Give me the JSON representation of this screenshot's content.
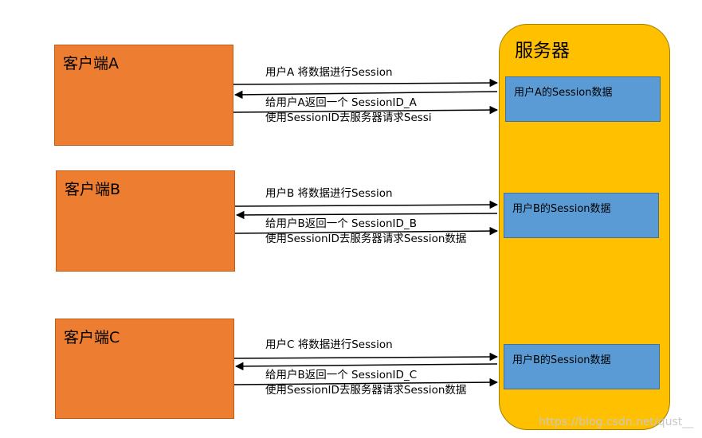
{
  "server": {
    "title": "服务器"
  },
  "clients": [
    {
      "name": "客户端A",
      "msg_send": "用户A  将数据进行Session",
      "msg_return": "给用户A返回一个 SessionID_A",
      "msg_request": "使用SessionID去服务器请求Sessi",
      "store_label": "用户A的Session数据"
    },
    {
      "name": "客户端B",
      "msg_send": "用户B  将数据进行Session",
      "msg_return": "给用户B返回一个 SessionID_B",
      "msg_request": "使用SessionID去服务器请求Session数据",
      "store_label": "用户B的Session数据"
    },
    {
      "name": "客户端C",
      "msg_send": "用户C  将数据进行Session",
      "msg_return": "给用户B返回一个 SessionID_C",
      "msg_request": "使用SessionID去服务器请求Session数据",
      "store_label": "用户B的Session数据"
    }
  ],
  "watermark": "https://blog.csdn.net/qust__"
}
